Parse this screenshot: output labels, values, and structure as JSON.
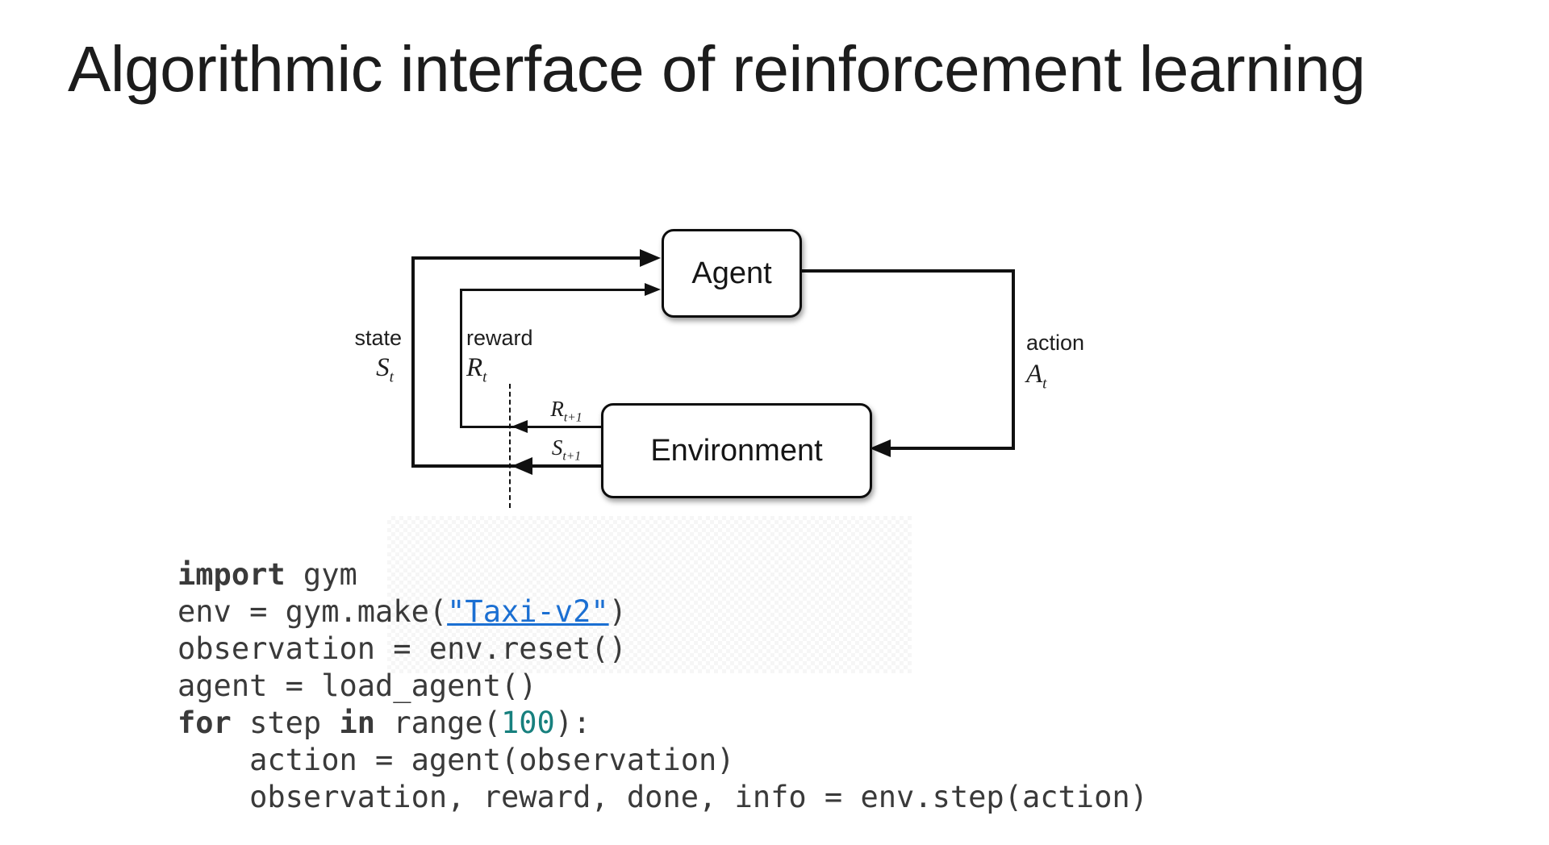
{
  "slide": {
    "title": "Algorithmic interface of reinforcement learning"
  },
  "diagram": {
    "agent_label": "Agent",
    "environment_label": "Environment",
    "state": {
      "word": "state",
      "symbol": {
        "base": "S",
        "sub": "t"
      }
    },
    "reward": {
      "word": "reward",
      "symbol": {
        "base": "R",
        "sub": "t"
      }
    },
    "action": {
      "word": "action",
      "symbol": {
        "base": "A",
        "sub": "t"
      }
    },
    "reward_next": {
      "base": "R",
      "sub": "t+1"
    },
    "state_next": {
      "base": "S",
      "sub": "t+1"
    }
  },
  "code": {
    "lines": [
      [
        {
          "t": "import",
          "c": "kw"
        },
        {
          "t": " gym",
          "c": "pl"
        }
      ],
      [
        {
          "t": "env = gym.make(",
          "c": "pl"
        },
        {
          "t": "\"Taxi-v2\"",
          "c": "link"
        },
        {
          "t": ")",
          "c": "pl"
        }
      ],
      [
        {
          "t": "observation = env.reset()",
          "c": "pl"
        }
      ],
      [
        {
          "t": "agent = load_agent()",
          "c": "pl"
        }
      ],
      [
        {
          "t": "for",
          "c": "kw"
        },
        {
          "t": " step ",
          "c": "pl"
        },
        {
          "t": "in",
          "c": "kw"
        },
        {
          "t": " range(",
          "c": "pl"
        },
        {
          "t": "100",
          "c": "num"
        },
        {
          "t": "):",
          "c": "pl"
        }
      ],
      [
        {
          "t": "    action = agent(observation)",
          "c": "pl"
        }
      ],
      [
        {
          "t": "    observation, reward, done, info = env.step(action)",
          "c": "pl"
        }
      ]
    ]
  },
  "colors": {
    "link_blue": "#1b6fd2",
    "number_teal": "#17807e",
    "code_gray": "#3a3a3a",
    "line_black": "#111111"
  }
}
